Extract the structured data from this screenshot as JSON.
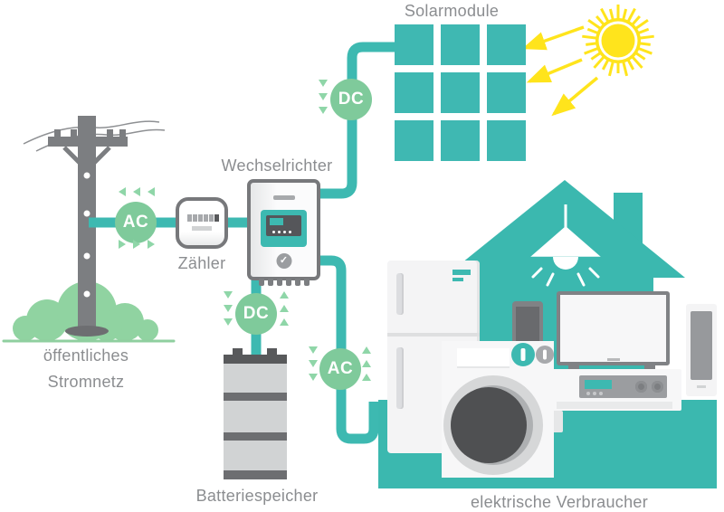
{
  "diagram": {
    "labels": {
      "solar_modules": "Solarmodule",
      "inverter": "Wechselrichter",
      "meter": "Zähler",
      "public_grid_line1": "öffentliches",
      "public_grid_line2": "Stromnetz",
      "battery_storage": "Batteriespeicher",
      "electric_consumers": "elektrische Verbraucher"
    },
    "flow_badges": {
      "grid_ac": "AC",
      "solar_dc": "DC",
      "battery_dc": "DC",
      "house_ac": "AC"
    },
    "icons": {
      "sun": "sun-icon",
      "power_pole": "power-pole-icon",
      "bush": "bush-icon",
      "house": "house-icon",
      "lamp": "pendant-lamp-icon",
      "inverter_logo_check": "✓"
    },
    "colors": {
      "teal": "#3db9b1",
      "badge_green": "#7fca9b",
      "arrow_green": "#8fd6a8",
      "bush_green": "#90d3a1",
      "sun_yellow": "#ffe41c",
      "pole_gray": "#7c7e81",
      "dark_gray": "#58595b",
      "appliance_gray": "#d1d3d4",
      "text_gray": "#8a8c8e"
    }
  }
}
